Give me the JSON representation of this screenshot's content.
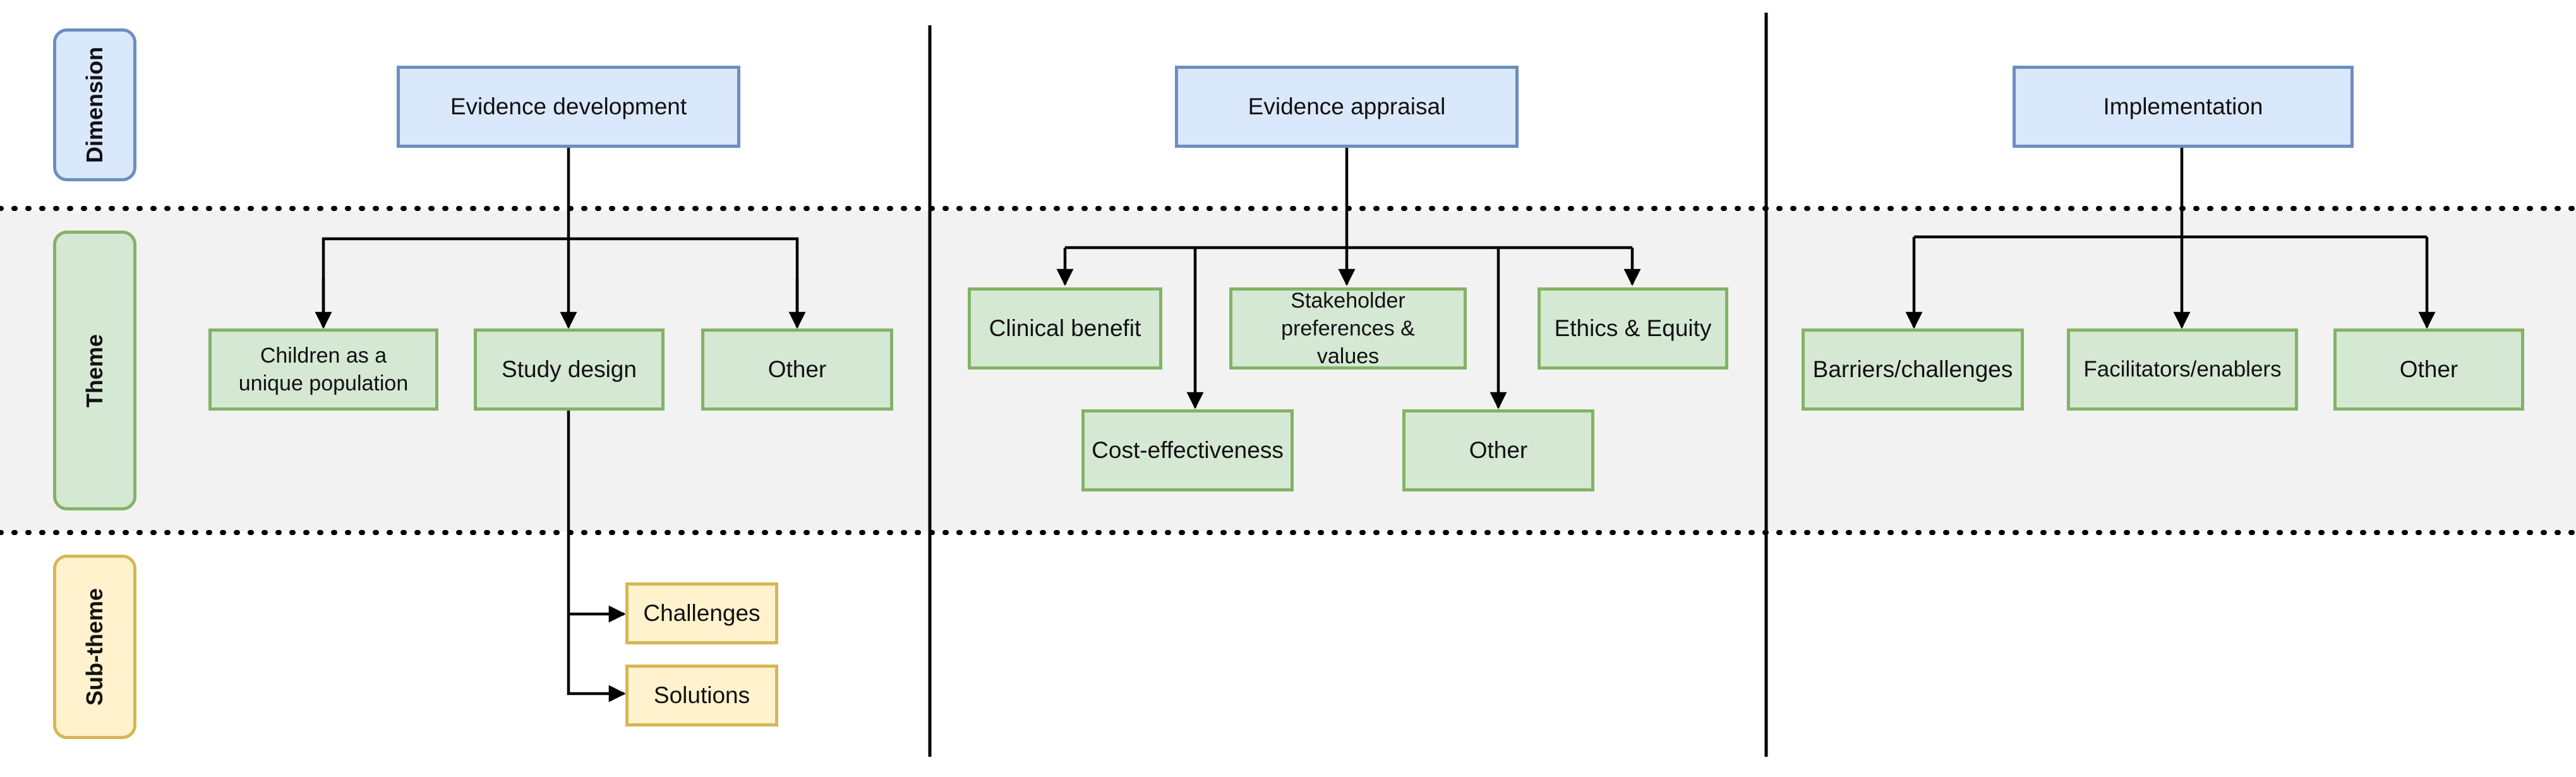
{
  "rows": {
    "dimension": "Dimension",
    "theme": "Theme",
    "subtheme": "Sub-theme"
  },
  "dimensions": {
    "development": "Evidence development",
    "appraisal": "Evidence appraisal",
    "implementation": "Implementation"
  },
  "themes": {
    "development": {
      "children": "Children as a unique population",
      "study_design": "Study design",
      "other": "Other"
    },
    "appraisal": {
      "clinical_benefit": "Clinical benefit",
      "stakeholder": "Stakeholder preferences & values",
      "ethics": "Ethics & Equity",
      "cost_effectiveness": "Cost-effectiveness",
      "other": "Other"
    },
    "implementation": {
      "barriers": "Barriers/challenges",
      "facilitators": "Facilitators/enablers",
      "other": "Other"
    }
  },
  "subthemes": {
    "challenges": "Challenges",
    "solutions": "Solutions"
  },
  "colors": {
    "dimension_fill": "#dae8fc",
    "dimension_border": "#6c8ebf",
    "theme_fill": "#d5e8d4",
    "theme_border": "#82b366",
    "subtheme_fill": "#fff2cc",
    "subtheme_border": "#d6b656",
    "band_fill": "#f2f2f2"
  }
}
